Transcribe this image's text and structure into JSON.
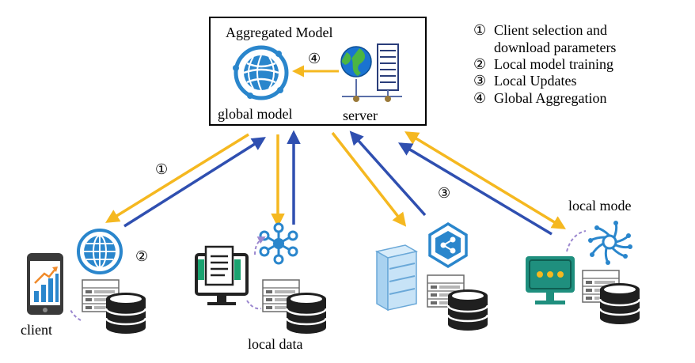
{
  "server_box": {
    "title": "Aggregated Model",
    "global_model_label": "global model",
    "server_label": "server",
    "step_marker": "④"
  },
  "legend": [
    {
      "marker": "①",
      "text": "Client selection and"
    },
    {
      "marker": "",
      "text": "download parameters"
    },
    {
      "marker": "②",
      "text": "Local model training"
    },
    {
      "marker": "③",
      "text": "Local Updates"
    },
    {
      "marker": "④",
      "text": "Global Aggregation"
    }
  ],
  "arrow_markers": {
    "step1": "①",
    "step2": "②",
    "step3": "③"
  },
  "labels": {
    "client": "client",
    "local_data": "local data",
    "local_mode": "local mode"
  },
  "colors": {
    "download_arrow": "#f5b820",
    "upload_arrow": "#2f4fb0",
    "icon_blue": "#2a86cc",
    "train_dash": "#9b87cf",
    "db_dark": "#1f1f1f"
  },
  "icons": {
    "global_model": "globe-network-icon",
    "server_globe": "globe-icon",
    "server_rack": "server-rack-icon",
    "client_device": "smartphone-chart-icon",
    "client_model": "globe-grid-icon",
    "workstation": "monitor-document-icon",
    "workstation_model": "network-node-icon",
    "storage": "server-tower-icon",
    "storage_model": "share-hexagon-icon",
    "terminal": "monitor-chat-icon",
    "terminal_model": "neural-burst-icon",
    "database": "database-icon",
    "table": "table-sheet-icon"
  }
}
